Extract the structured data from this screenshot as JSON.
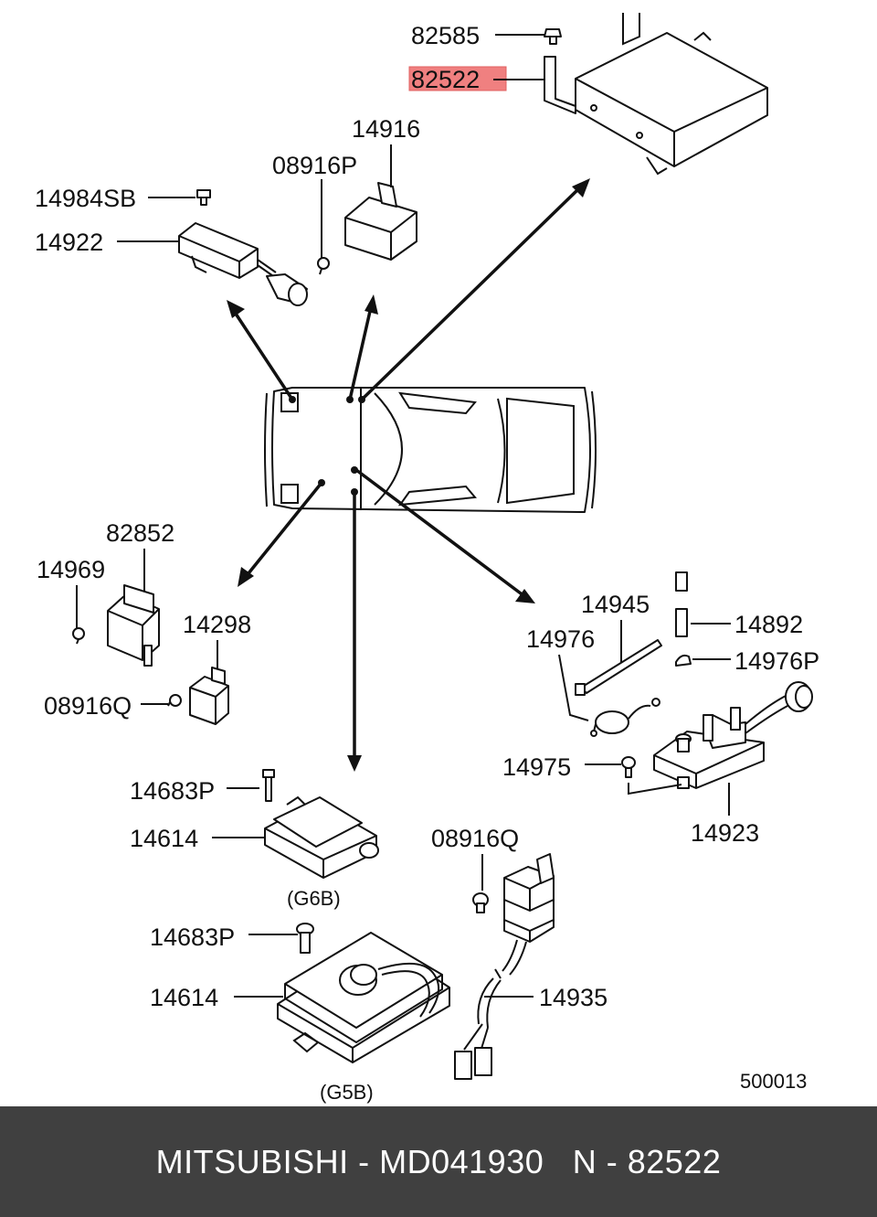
{
  "labels": {
    "p82585": "82585",
    "p82522": "82522",
    "p14916": "14916",
    "p08916P": "08916P",
    "p14984SB": "14984SB",
    "p14922": "14922",
    "p82852": "82852",
    "p14969": "14969",
    "p14298": "14298",
    "p08916Q_a": "08916Q",
    "p14945": "14945",
    "p14892": "14892",
    "p14976": "14976",
    "p14976P": "14976P",
    "p14975": "14975",
    "p14923": "14923",
    "p14683P_a": "14683P",
    "p14614_a": "14614",
    "g6b": "(G6B)",
    "p08916Q_b": "08916Q",
    "p14935": "14935",
    "p14683P_b": "14683P",
    "p14614_b": "14614",
    "g5b": "(G5B)",
    "ref": "500013"
  },
  "highlight": {
    "part": "82522",
    "color": "#f08080"
  },
  "footer": {
    "text": "MITSUBISHI - MD041930   N - 82522"
  },
  "colors": {
    "footer_bg": "#404040",
    "footer_text": "#ffffff"
  }
}
